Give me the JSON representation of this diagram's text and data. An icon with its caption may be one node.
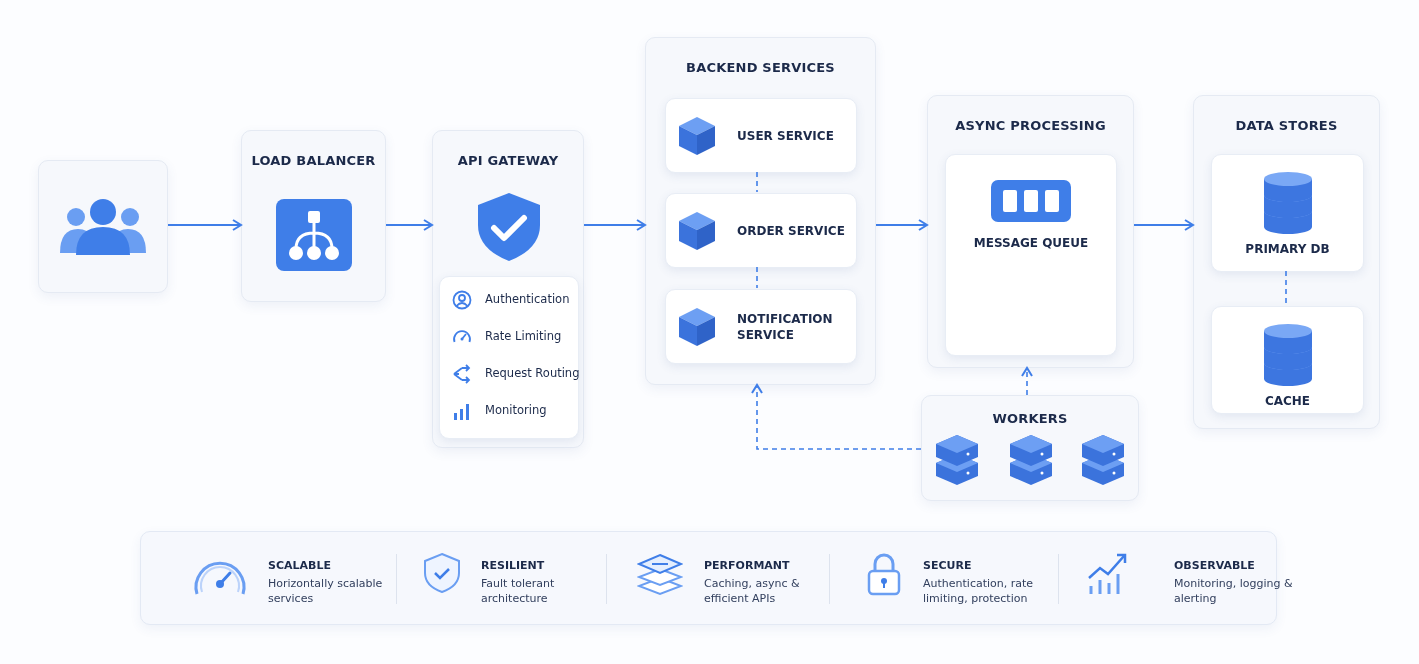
{
  "diagram": {
    "nodes": [
      {
        "text": [],
        "shape": "box"
      },
      {
        "text": [
          "LOAD BALANCER"
        ]
      },
      {
        "text": [
          "API GATEWAY"
        ]
      },
      {
        "text": [
          "Authentication",
          "Rate Limiting",
          "Request Routing",
          "Monitoring"
        ],
        "in": 2
      },
      {
        "text": [
          "BACKEND SERVICES"
        ]
      },
      {
        "text": [
          "USER SERVICE"
        ],
        "in": 4
      },
      {
        "text": [
          "ORDER SERVICE"
        ],
        "in": 4
      },
      {
        "text": [
          "NOTIFICATION SERVICE"
        ],
        "in": 4
      },
      {
        "text": [
          "ASYNC PROCESSING"
        ]
      },
      {
        "text": [
          "MESSAGE QUEUE"
        ],
        "in": 8
      },
      {
        "text": [
          "WORKERS"
        ]
      },
      {
        "text": [
          "DATA STORES"
        ]
      },
      {
        "text": [
          "PRIMARY DB"
        ],
        "in": 11
      },
      {
        "text": [
          "CACHE"
        ],
        "in": 11
      }
    ],
    "edges": [
      {
        "from": 0,
        "to": 1,
        "arrow": "to"
      },
      {
        "from": 1,
        "to": 2,
        "arrow": "to"
      },
      {
        "from": 2,
        "to": 4,
        "arrow": "to"
      },
      {
        "from": 4,
        "to": 8,
        "arrow": "to"
      },
      {
        "from": 8,
        "to": 11,
        "arrow": "to"
      },
      {
        "from": 5,
        "to": 6,
        "arrow": "none",
        "style": "dashed"
      },
      {
        "from": 6,
        "to": 7,
        "arrow": "none",
        "style": "dashed"
      },
      {
        "from": 12,
        "to": 13,
        "arrow": "none",
        "style": "dashed"
      },
      {
        "from": 10,
        "to": 8,
        "arrow": "to",
        "style": "dashed"
      },
      {
        "from": 10,
        "to": 4,
        "arrow": "to",
        "style": "dashed"
      }
    ],
    "labels": [
      "SCALABLE",
      "Horizontally scalable services",
      "RESILIENT",
      "Fault tolerant architecture",
      "PERFORMANT",
      "Caching, async & efficient APIs",
      "SECURE",
      "Authentication, rate limiting, protection",
      "OBSERVABLE",
      "Monitoring, logging & alerting"
    ]
  }
}
